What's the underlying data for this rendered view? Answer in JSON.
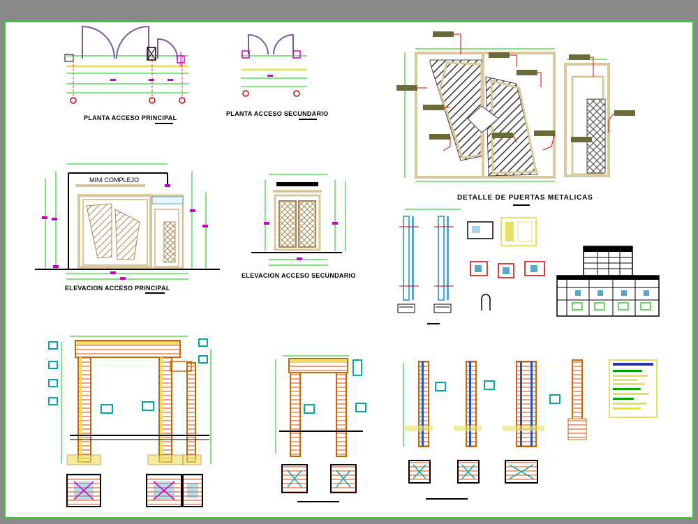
{
  "titles": {
    "planta_principal": "PLANTA ACCESO PRINCIPAL",
    "planta_secundario": "PLANTA ACCESO SECUNDARIO",
    "detalle_puertas": "DETALLE DE PUERTAS METALICAS",
    "elevacion_principal": "ELEVACION ACCESO PRINCIPAL",
    "elevacion_secundario": "ELEVACION ACCESO SECUNDARIO",
    "mini_complejo": "MINI COMPLEJO"
  },
  "colors": {
    "background": "#8a8a8a",
    "sheet": "#ffffff",
    "border": "#33cc33",
    "dimension": "#00cc00",
    "tag": "#cc00cc",
    "wall": "#d8c89a",
    "axis": "#cc0000",
    "leader": "#dd0000",
    "note": "#6b6b3a",
    "hatch": "#333333"
  }
}
